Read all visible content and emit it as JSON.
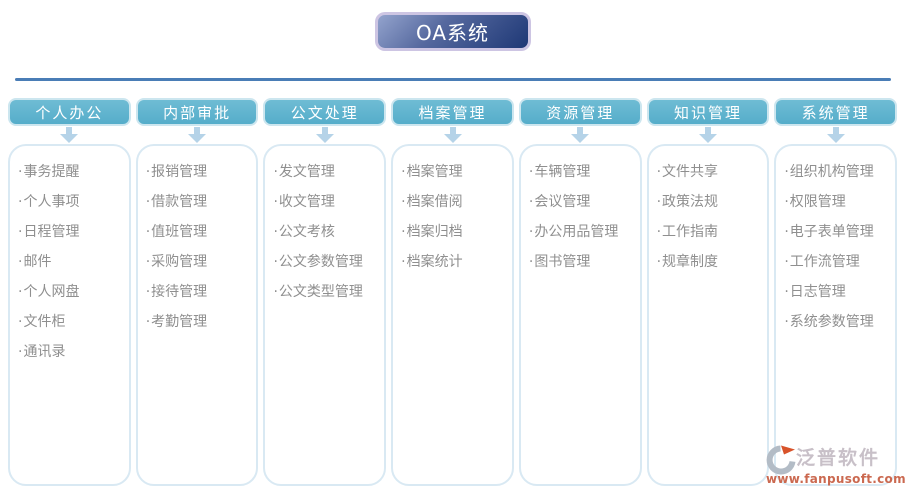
{
  "title": "OA系统",
  "item_bullet": "·",
  "columns": [
    {
      "header": "个人办公",
      "items": [
        "事务提醒",
        "个人事项",
        "日程管理",
        "邮件",
        "个人网盘",
        "文件柜",
        "通讯录"
      ]
    },
    {
      "header": "内部审批",
      "items": [
        "报销管理",
        "借款管理",
        "值班管理",
        "采购管理",
        "接待管理",
        "考勤管理"
      ]
    },
    {
      "header": "公文处理",
      "items": [
        "发文管理",
        "收文管理",
        "公文考核",
        "公文参数管理",
        "公文类型管理"
      ]
    },
    {
      "header": "档案管理",
      "items": [
        "档案管理",
        "档案借阅",
        "档案归档",
        "档案统计"
      ]
    },
    {
      "header": "资源管理",
      "items": [
        "车辆管理",
        "会议管理",
        "办公用品管理",
        "图书管理"
      ]
    },
    {
      "header": "知识管理",
      "items": [
        "文件共享",
        "政策法规",
        "工作指南",
        "规章制度"
      ]
    },
    {
      "header": "系统管理",
      "items": [
        "组织机构管理",
        "权限管理",
        "电子表单管理",
        "工作流管理",
        "日志管理",
        "系统参数管理"
      ]
    }
  ],
  "logo": {
    "name": "泛普软件",
    "url": "www.fanpusoft.com"
  },
  "colors": {
    "title_bg_start": "#93a3cd",
    "title_bg_end": "#1e3876",
    "title_border": "#cdc5e3",
    "divider": "#4a7db6",
    "header_bg": "#55adca",
    "header_border": "#cce6ef",
    "header_text": "#ffffff",
    "arrow": "#b5d3e8",
    "body_border": "#d9e9f3",
    "item_text": "#8f8f8f",
    "logo_text": "#c8c0c8",
    "logo_url": "#cb6950",
    "logo_icon_gray": "#b3bcc6",
    "logo_icon_orange": "#d8532a"
  }
}
